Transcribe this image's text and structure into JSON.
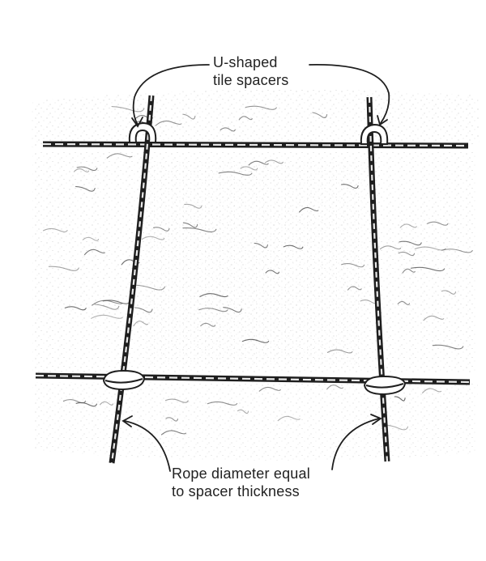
{
  "callouts": {
    "spacers": {
      "line1": "U-shaped",
      "line2": "tile spacers"
    },
    "rope": {
      "line1": "Rope diameter equal",
      "line2": "to spacer thickness"
    }
  },
  "colors": {
    "ink": "#222222",
    "stipple": "#8a8a8a",
    "paper": "#ffffff"
  }
}
